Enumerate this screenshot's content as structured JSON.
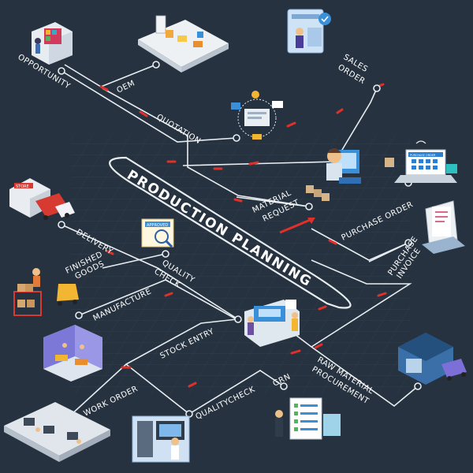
{
  "diagram": {
    "title": "PRODUCTION PLANNING",
    "labels": {
      "opportunity": "OPPORTUNITY",
      "oem": "OEM",
      "sales_order_1": "SALES",
      "sales_order_2": "ORDER",
      "quotation": "QUOTATION",
      "material_request_1": "MATERIAL",
      "material_request_2": "REQUEST",
      "purchase_order": "PURCHASE ORDER",
      "purchase_invoice_1": "PURCHASE",
      "purchase_invoice_2": "INVOICE",
      "delivery": "DELIVERY",
      "finished_goods_1": "FINISHED",
      "finished_goods_2": "GOODS",
      "quality_check_1": "QUALITY",
      "quality_check_2": "CHECK",
      "manufacture": "MANUFACTURE",
      "stock_entry": "STOCK ENTRY",
      "raw_material_1": "RAW MATERIAL",
      "raw_material_2": "PROCUREMENT",
      "grn": "GRN",
      "qualitycheck": "QUALITYCHECK",
      "work_order": "WORK ORDER"
    },
    "badges": {
      "store": "STORE",
      "approved": "APPROVED",
      "purchase_order_doc": "PURCHASE ORDER"
    },
    "colors": {
      "background": "#26323f",
      "grid": "#2f3c4a",
      "track": "#e8edf2",
      "dash": "#e0302a",
      "arrow": "#e0302a"
    }
  }
}
